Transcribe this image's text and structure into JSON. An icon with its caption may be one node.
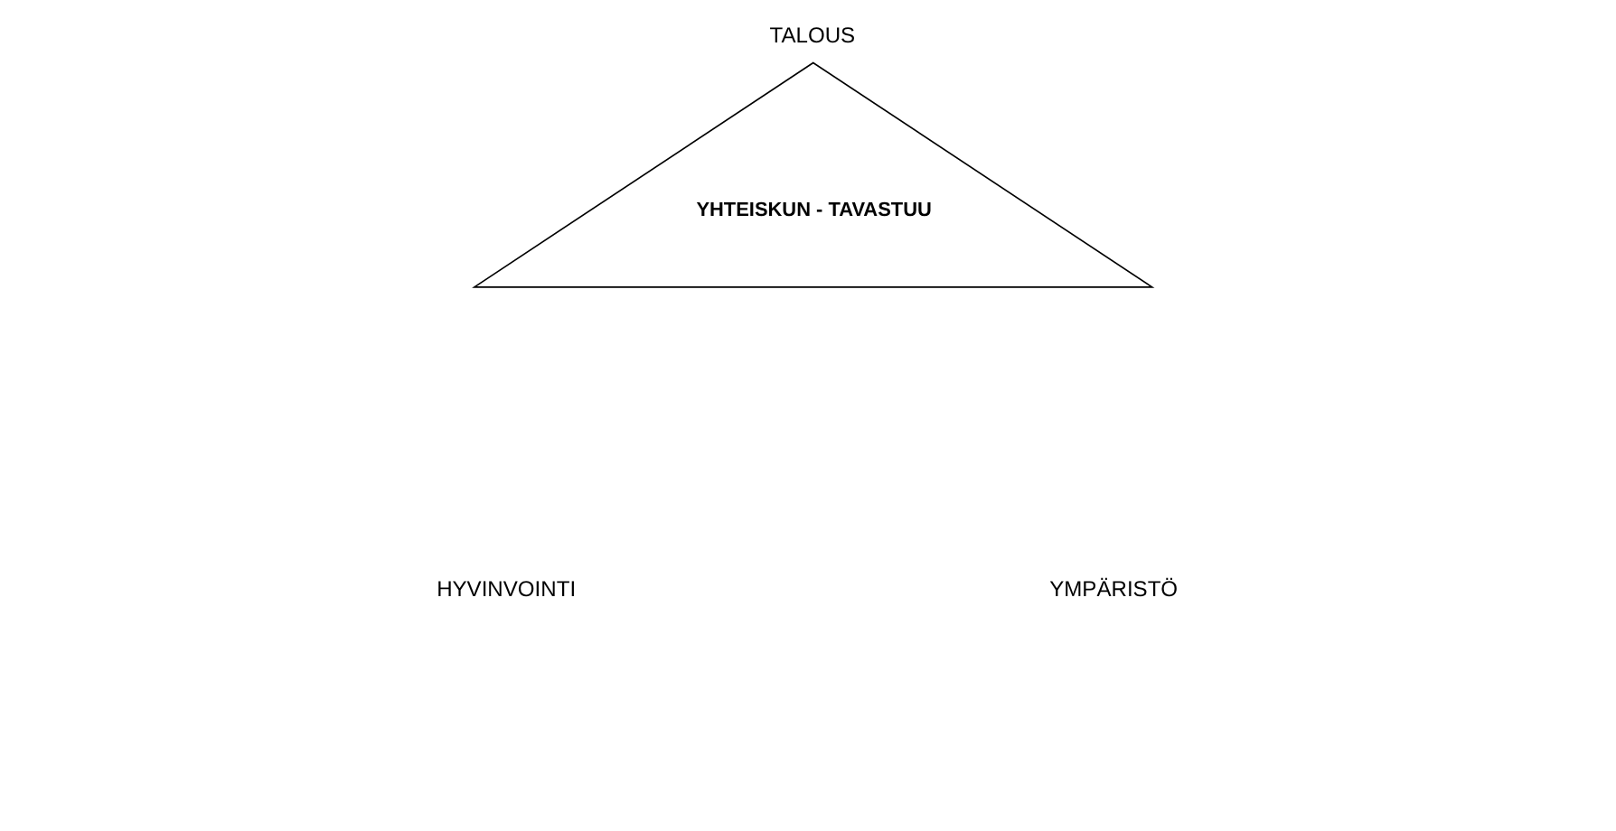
{
  "diagram": {
    "nodes": [
      {
        "text": [
          "YHTEISKUN - TAVASTUU"
        ]
      }
    ],
    "edges": [],
    "labels": [
      "TALOUS",
      "HYVINVOINTI",
      "YMPÄRISTÖ"
    ]
  }
}
